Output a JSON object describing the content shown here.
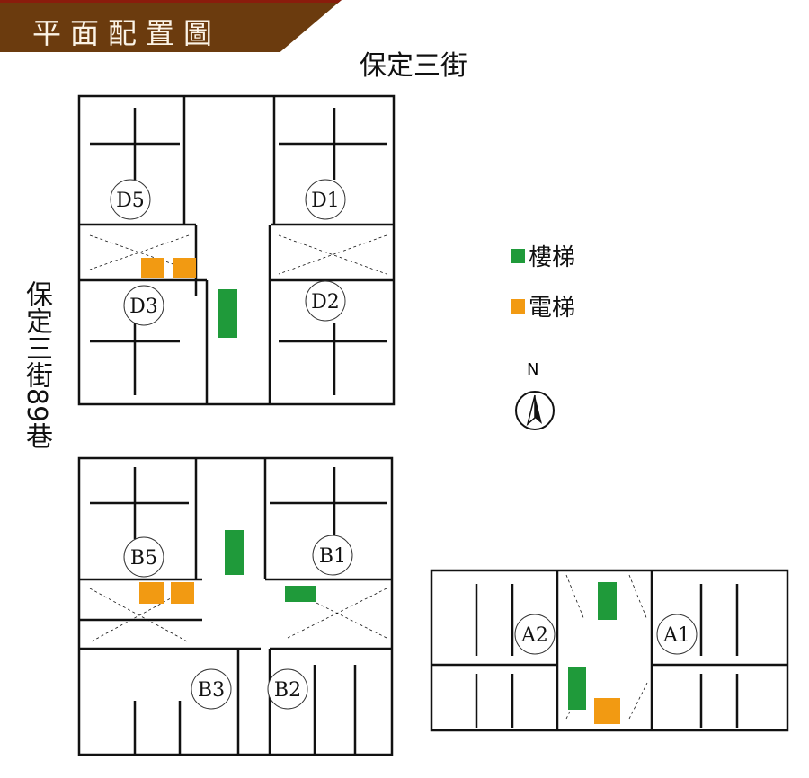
{
  "header": {
    "title": "平面配置圖"
  },
  "streets": {
    "top": "保定三街",
    "left": "保定三街89巷"
  },
  "legend": [
    {
      "label": "樓梯",
      "color": "#1f9a3a"
    },
    {
      "label": "電梯",
      "color": "#f29a12"
    }
  ],
  "compass": {
    "label": "N"
  },
  "units": {
    "D5": "D5",
    "D1": "D1",
    "D3": "D3",
    "D2": "D2",
    "B5": "B5",
    "B1": "B1",
    "B3": "B3",
    "B2": "B2",
    "A2": "A2",
    "A1": "A1"
  }
}
